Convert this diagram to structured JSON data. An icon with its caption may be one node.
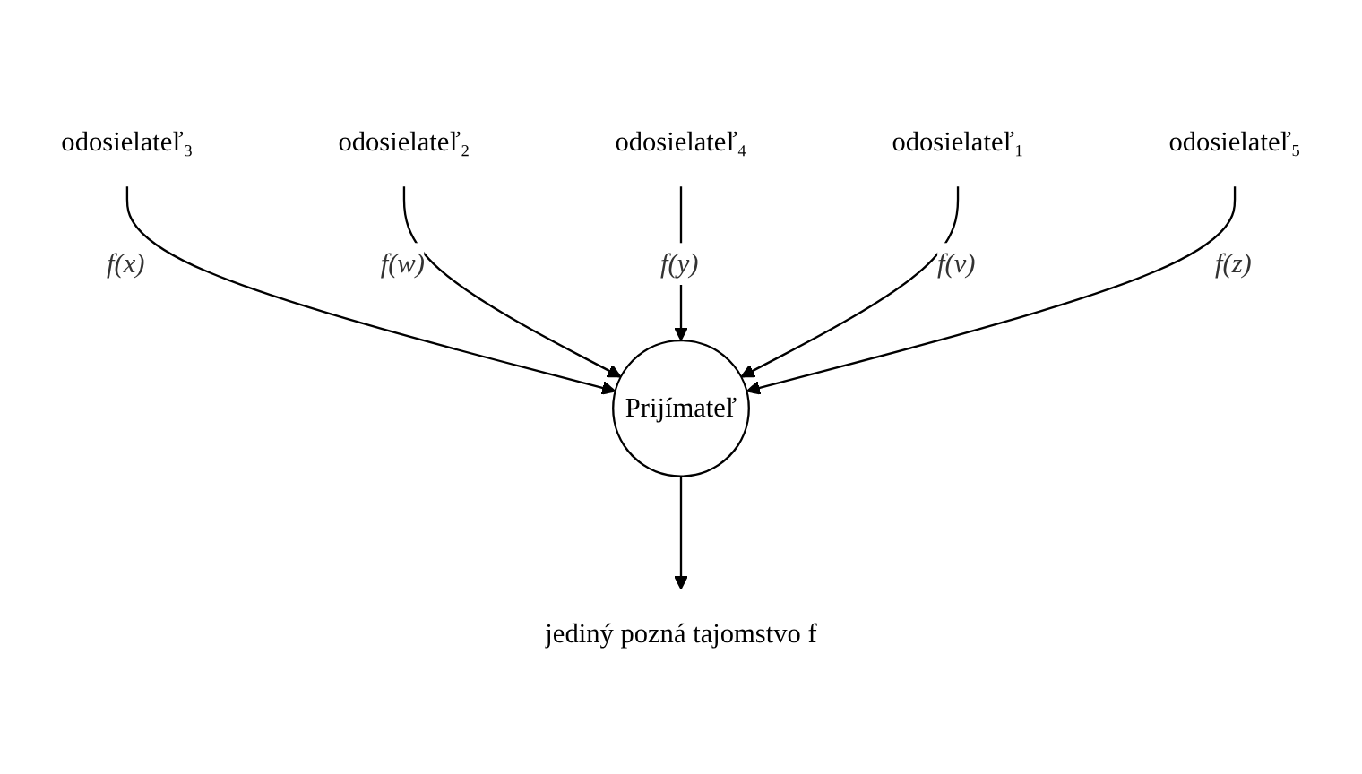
{
  "diagram": {
    "nodes": [
      {
        "text": [
          "odosielateľ₃"
        ]
      },
      {
        "text": [
          "odosielateľ₂"
        ]
      },
      {
        "text": [
          "odosielateľ₄"
        ]
      },
      {
        "text": [
          "odosielateľ₁"
        ]
      },
      {
        "text": [
          "odosielateľ₅"
        ]
      },
      {
        "text": [
          "Prijímateľ"
        ]
      },
      {
        "text": [
          "jediný pozná tajomstvo f"
        ]
      }
    ],
    "edges": [
      {
        "from": 0,
        "to": 5,
        "arrow": "to",
        "label": "f(x)"
      },
      {
        "from": 1,
        "to": 5,
        "arrow": "to",
        "label": "f(w)"
      },
      {
        "from": 2,
        "to": 5,
        "arrow": "to",
        "label": "f(y)"
      },
      {
        "from": 3,
        "to": 5,
        "arrow": "to",
        "label": "f(v)"
      },
      {
        "from": 4,
        "to": 5,
        "arrow": "to",
        "label": "f(z)"
      },
      {
        "from": 5,
        "to": 6,
        "arrow": "to"
      }
    ]
  }
}
